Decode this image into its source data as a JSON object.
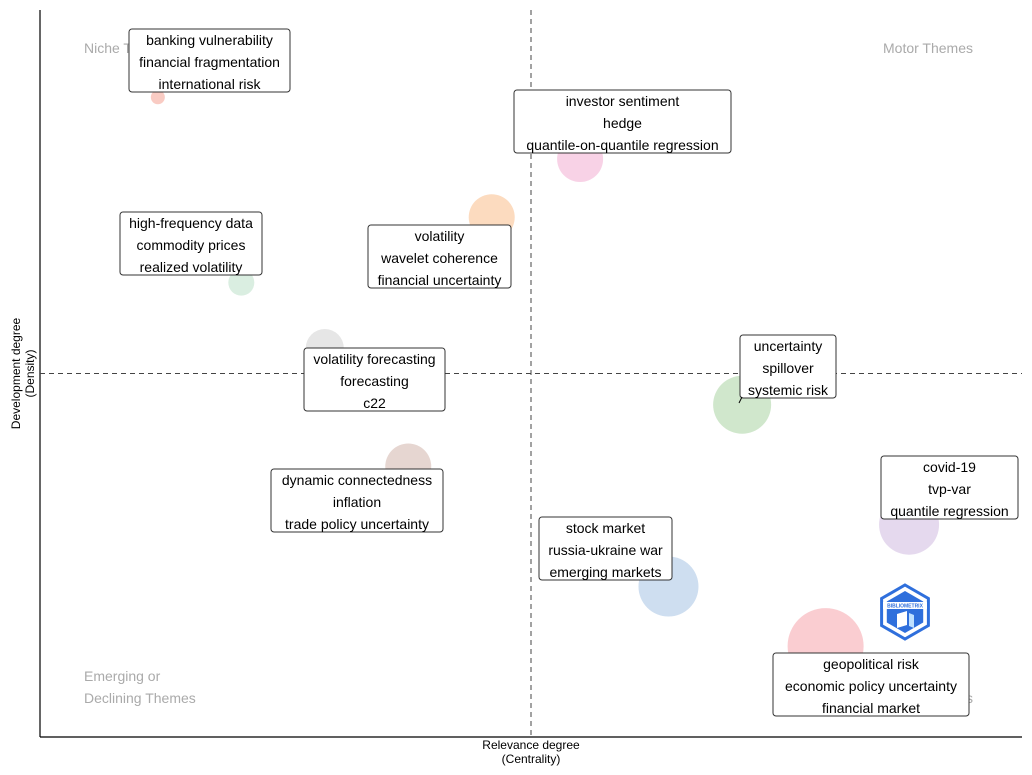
{
  "chart_data": {
    "type": "scatter",
    "title": "",
    "xlabel": [
      "Relevance degree",
      "(Centrality)"
    ],
    "ylabel": [
      "Development degree",
      "(Density)"
    ],
    "xlim": [
      0,
      1
    ],
    "ylim": [
      0,
      1
    ],
    "grid": false,
    "divider_x": 0.5,
    "divider_y": 0.5,
    "quadrant_labels": {
      "top_left": [
        "Niche Themes"
      ],
      "top_right": [
        "Motor Themes"
      ],
      "bottom_left": [
        "Emerging or",
        "Declining Themes"
      ],
      "bottom_right": [
        "Basic Themes"
      ]
    },
    "clusters": [
      {
        "x": 0.12,
        "y": 0.88,
        "size": 7,
        "color": "#f8c5bd",
        "label": [
          "banking vulnerability",
          "financial fragmentation",
          "international risk"
        ]
      },
      {
        "x": 0.55,
        "y": 0.795,
        "size": 23,
        "color": "#f7cde3",
        "label": [
          "investor sentiment",
          "hedge",
          "quantile-on-quantile regression"
        ]
      },
      {
        "x": 0.46,
        "y": 0.715,
        "size": 23,
        "color": "#fcd7b8",
        "label": [
          "volatility",
          "wavelet coherence",
          "financial uncertainty"
        ]
      },
      {
        "x": 0.205,
        "y": 0.625,
        "size": 13,
        "color": "#d6ecde",
        "label": [
          "high-frequency data",
          "commodity prices",
          "realized volatility"
        ]
      },
      {
        "x": 0.29,
        "y": 0.535,
        "size": 19,
        "color": "#e3e3e3",
        "label": [
          "volatility forecasting",
          "forecasting",
          "c22"
        ]
      },
      {
        "x": 0.715,
        "y": 0.457,
        "size": 29,
        "color": "#cbe4c7",
        "label": [
          "uncertainty",
          "spillover",
          "systemic risk"
        ]
      },
      {
        "x": 0.375,
        "y": 0.372,
        "size": 23,
        "color": "#e3d2cc",
        "label": [
          "dynamic connectedness",
          "inflation",
          "trade policy uncertainty"
        ]
      },
      {
        "x": 0.885,
        "y": 0.292,
        "size": 30,
        "color": "#e2d5ec",
        "label": [
          "covid-19",
          "tvp-var",
          "quantile regression"
        ]
      },
      {
        "x": 0.64,
        "y": 0.207,
        "size": 30,
        "color": "#c9daee",
        "label": [
          "stock market",
          "russia-ukraine war",
          "emerging markets"
        ]
      },
      {
        "x": 0.8,
        "y": 0.125,
        "size": 38,
        "color": "#f9c8cc",
        "label": [
          "geopolitical risk",
          "economic policy uncertainty",
          "financial market"
        ]
      }
    ]
  },
  "logo": {
    "text": "BIBLIOMETRIX",
    "color": "#2f6fdc"
  }
}
